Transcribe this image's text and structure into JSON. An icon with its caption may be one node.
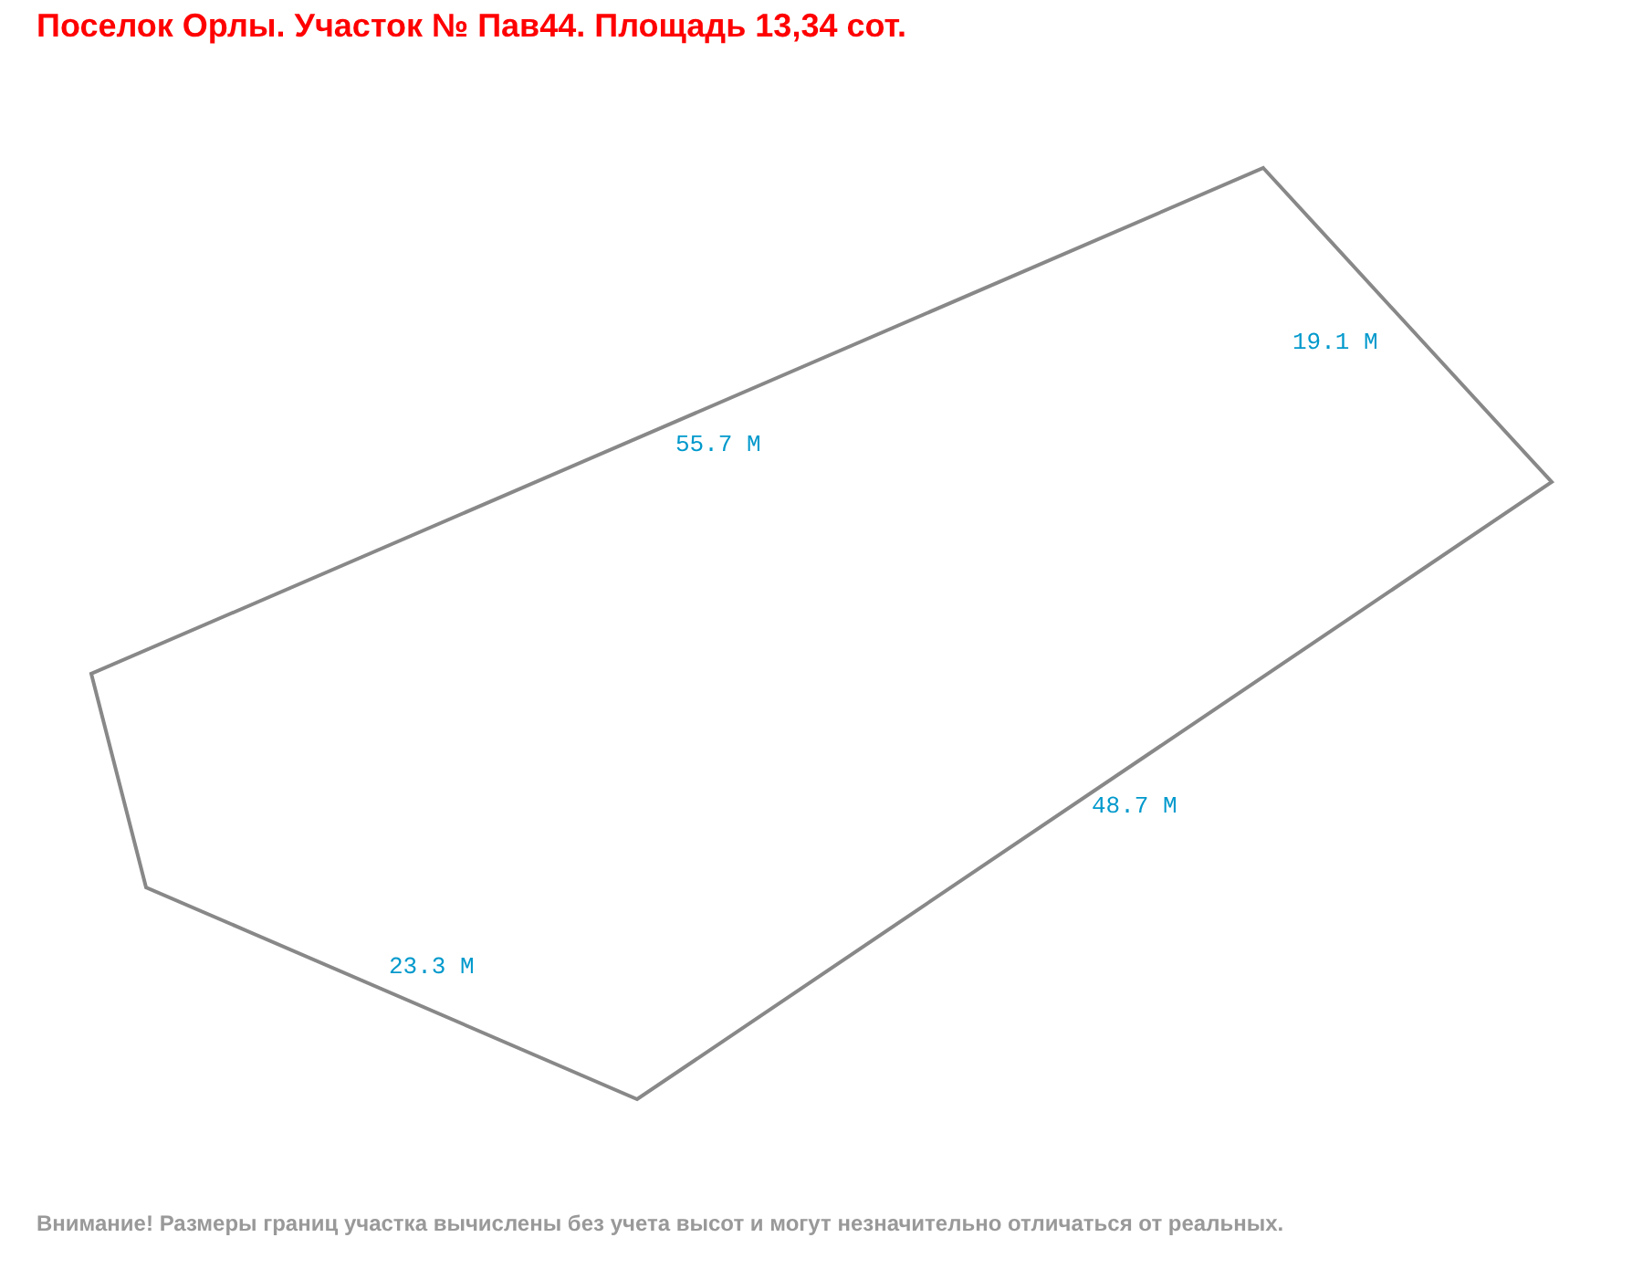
{
  "diagram": {
    "title": "Поселок Орлы. Участок № Пав44. Площадь 13,34 сот.",
    "caption": "Внимание! Размеры границ участка вычислены без учета высот и могут незначительно отличаться от реальных.",
    "labels": [
      "19.1 М",
      "55.7 М",
      "48.7 М",
      "23.3 М"
    ]
  }
}
